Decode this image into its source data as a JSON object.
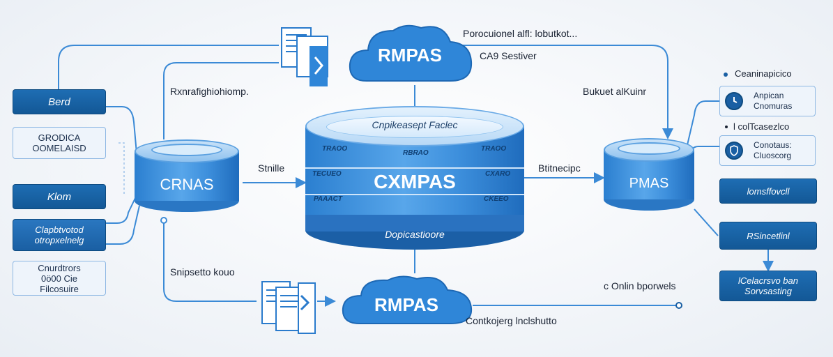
{
  "center_db": {
    "header": "Cnpikeasept Faclec",
    "title": "CXMPAS",
    "footer": "Dopicastioore",
    "segments": [
      "TRAOO",
      "RBRAO",
      "TRAOO",
      "TECUEO",
      "CXARO",
      "PAAACT",
      "CKEEO"
    ]
  },
  "left_db": {
    "title": "CRNAS"
  },
  "right_db": {
    "title": "PMAS"
  },
  "top_cloud": {
    "title": "RMPAS"
  },
  "bottom_cloud": {
    "title": "RMPAS"
  },
  "labels": {
    "top_right_1": "Porocuionel  alfl: lobutkot...",
    "top_right_2": "CA9 Sestiver",
    "left_flow": "Rxnrafighiohiomp.",
    "right_flow": "Bukuet alKuinr",
    "left_arrow": "Stnille",
    "right_arrow": "Btitnecipc",
    "bottom_left": "Snipsetto kouo",
    "bottom_right": "c  Onlin bporwels",
    "bottom_cloud_caption": "Contkojerg lnclshutto"
  },
  "left_boxes": [
    {
      "text": "Berd",
      "style": "dark"
    },
    {
      "text": "GRODICA\nOOMELAISD",
      "style": "light"
    },
    {
      "text": "Klom",
      "style": "dark"
    },
    {
      "text": "Clapbtvotod\notropxelnelg",
      "style": "dark-alt"
    },
    {
      "text": "Cnurdtrors\n0ö00 Cie\nFilcosuire",
      "style": "light"
    }
  ],
  "right_items": {
    "head1": "Ceaninapicico",
    "card1": "Anpican\nCnomuras",
    "head2": "l colTcasezlco",
    "card2": "Conotaus:\nCluoscorg",
    "box1": "lomsffovcll",
    "box2": "RSincetlinl",
    "box3": "lCelacrsvo ban\nSorvsasting"
  },
  "icons": [
    "document-icon",
    "chevron-right-icon",
    "clock-icon",
    "shield-icon",
    "connector-dot-icon"
  ],
  "colors": {
    "primary": "#1a5fa3",
    "accent": "#4aa0e6",
    "wire": "#3b8ad6",
    "background": "#f4f6f9"
  }
}
